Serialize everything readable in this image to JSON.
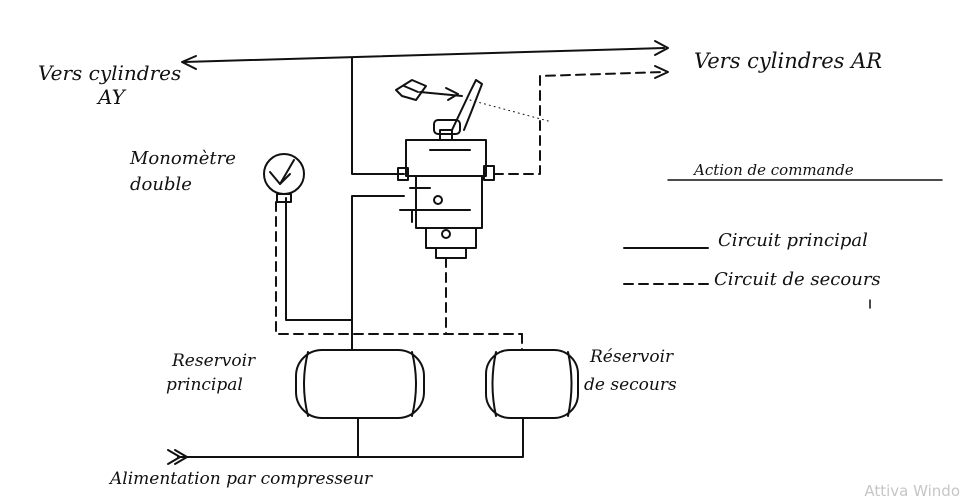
{
  "diagram": {
    "labels": {
      "front_cylinders_line1": "Vers cylindres",
      "front_cylinders_line2": "AY",
      "rear_cylinders": "Vers cylindres AR",
      "gauge_line1": "Monomètre",
      "gauge_line2": "double",
      "control_action": "Action de commande",
      "main_circuit": "Circuit principal",
      "backup_circuit": "Circuit de secours",
      "main_tank_line1": "Reservoir",
      "main_tank_line2": "principal",
      "backup_tank_line1": "Réservoir",
      "backup_tank_line2": "de secours",
      "compressor_supply": "Alimentation par compresseur"
    },
    "colors": {
      "ink": "#111111",
      "watermark": "#c6c6c6"
    }
  },
  "os_overlay": {
    "watermark_text": "Attiva Windo"
  }
}
